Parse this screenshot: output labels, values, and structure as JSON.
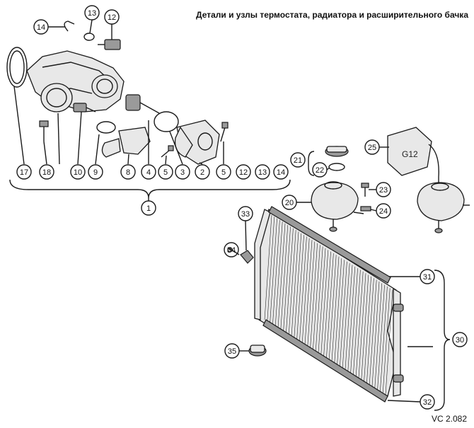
{
  "title": "Детали и узлы термостата, радиатора и расширительного бачка",
  "figure_ref": "VC 2.082",
  "callouts_row": [
    "17",
    "18",
    "10",
    "9",
    "8",
    "4",
    "5",
    "3",
    "2",
    "5",
    "12",
    "13",
    "14"
  ],
  "callouts": {
    "c1": "1",
    "c12": "12",
    "c13": "13",
    "c14": "14",
    "c20": "20",
    "c21": "21",
    "c22": "22",
    "c23": "23",
    "c24": "24",
    "c25": "25",
    "c30": "30",
    "c31": "31",
    "c32": "32",
    "c33": "33",
    "c34": "34",
    "c35": "35"
  }
}
